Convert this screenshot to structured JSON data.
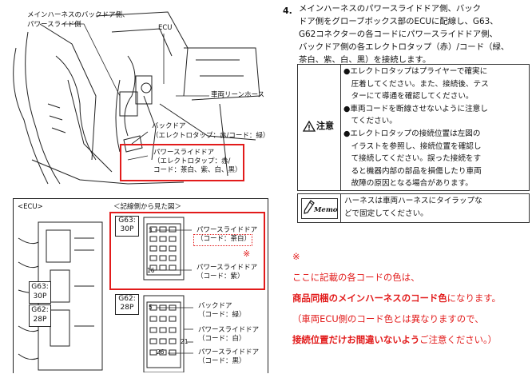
{
  "diagram": {
    "top_label_1": "メインハーネスのバックドア側、",
    "top_label_2": "パワースライド側",
    "ecu_label": "ECU",
    "lean_hose_label": "車両リーンホース",
    "backdoor_label": "バックドア",
    "backdoor_sub": "（エレクトロタップ：赤/コード：緑）",
    "psd_label": "パワースライドドア",
    "psd_sub1": "（エレクトロタップ：赤/",
    "psd_sub2": "コード：茶白、紫、白、黒）",
    "ecu_box_label": "<ECU>",
    "view_from_label": "＜記線側から見た図＞",
    "g63_label_1": "G63:",
    "g63_label_2": "30P",
    "g62_label_1": "G62:",
    "g62_label_2": "28P",
    "g63_side_1": "G63:",
    "g63_side_2": "30P",
    "g62_side_1": "G62:",
    "g62_side_2": "28P",
    "pin3": "3",
    "pin16": "16",
    "pin5": "5",
    "pin21": "21",
    "pin26": "26",
    "c1_label": "パワースライドドア",
    "c1_sub": "（コード：茶白）",
    "c2_label": "パワースライドドア",
    "c2_sub": "（コード：紫）",
    "c3_label": "バックドア",
    "c3_sub": "（コード：緑）",
    "c4_label": "パワースライドドア",
    "c4_sub": "（コード：白）",
    "c5_label": "パワースライドドア",
    "c5_sub": "（コード：黒）",
    "mark": "※"
  },
  "step": {
    "num": "4.",
    "lines": [
      "メインハーネスのパワースライドドア側、バック",
      "ドア側をグローブボックス部のECUに配線し、G63、",
      "G62コネクターの各コードにパワースライドドア側、",
      "バックドア側の各エレクトロタップ（赤）/コード（緑、",
      "茶白、紫、白、黒）を接続します。"
    ]
  },
  "caution": {
    "label": "注意",
    "icon": "warning-triangle-icon",
    "lines": [
      "●エレクトロタップはプライヤーで確実に",
      "　圧着してください。また、接続後、テス",
      "　ターにて導通を確認してください。",
      "●車両コードを断線させないように注意し",
      "　てください。",
      "●エレクトロタップの接続位置は左図の",
      "　イラストを参照し、接続位置を確認し",
      "　て接続してください。誤った接続をす",
      "　ると機器内部の部品を損傷したり車両",
      "　故障の原因となる場合があります。"
    ]
  },
  "memo": {
    "label": "Memo",
    "icon": "pencil-icon",
    "lines": [
      "ハーネスは車両ハーネスにタイラップな",
      "どで固定してください。"
    ]
  },
  "note": {
    "mark": "※",
    "line1": "ここに記載の各コードの色は、",
    "line2_bold": "商品同梱のメインハーネスのコード色",
    "line2_rest": "になります。",
    "line3": "（車両ECU側のコード色とは異なりますので、",
    "line4_bold": "接続位置だけお間違いないよう",
    "line4_rest": "ご注意ください。）",
    "color": "#e21b1b"
  }
}
